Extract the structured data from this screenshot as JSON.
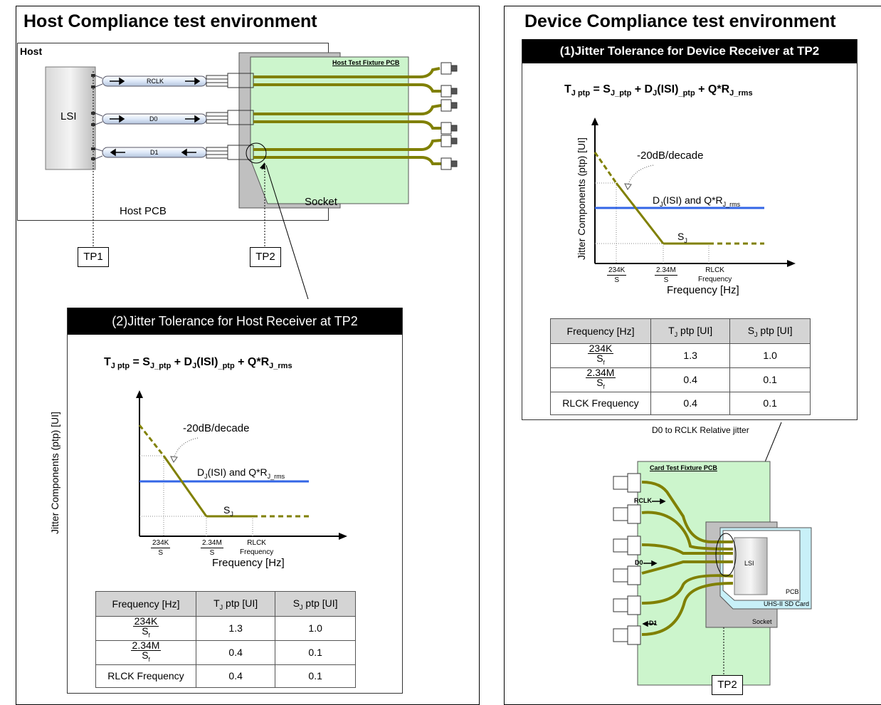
{
  "host": {
    "title": "Host Compliance test environment",
    "host_label": "Host",
    "lsi_label": "LSI",
    "fixture_label": "Host Test Fixture PCB",
    "socket_label": "Socket",
    "host_pcb_label": "Host PCB",
    "signals": [
      {
        "name": "RCLK",
        "dir": "→"
      },
      {
        "name": "D0",
        "dir": "→"
      },
      {
        "name": "D1",
        "dir": "←"
      }
    ],
    "tp1": "TP1",
    "tp2": "TP2"
  },
  "host_tolerance": {
    "title": "(2)Jitter Tolerance for Host Receiver at TP2",
    "formula": {
      "tj": "T",
      "tj_sub": "J ptp",
      "eq": " = S",
      "sj_sub": "J_ptp",
      "plus1": " + D",
      "dj_sub": "J",
      "isi": "(ISI)",
      "isi_sub": "_ptp",
      "plus2": " + Q*R",
      "rj_sub": "J_rms"
    }
  },
  "device": {
    "title": "Device Compliance test environment",
    "tolerance_title": "(1)Jitter Tolerance for Device Receiver at TP2",
    "relative_label": "D0 to RCLK Relative jitter",
    "fixture_label": "Card Test Fixture PCB",
    "rclk_label": "RCLK",
    "d0_label": "D0",
    "d1_label": "D1",
    "lsi_label": "LSI",
    "pcb_label": "PCB",
    "card_label": "UHS-II SD Card",
    "socket_label": "Socket",
    "tp2": "TP2"
  },
  "plot": {
    "y_axis": "Jitter Components (ptp) [UI]",
    "x_axis": "Frequency [Hz]",
    "slope_label": "-20dB/decade",
    "dj_label": "D",
    "dj_sub": "J",
    "dj_label2": "(ISI) and Q*R",
    "rj_sub": "J_rms",
    "sj_label": "S",
    "sj_sub": "J",
    "x_ticks": [
      {
        "num": "234K",
        "den": "S"
      },
      {
        "num": "2.34M",
        "den": "S"
      },
      {
        "num": "RLCK",
        "den": "Frequency"
      }
    ]
  },
  "chart_data": {
    "type": "line",
    "title": "T J ptp = S J_ptp + D J(ISI)_ptp + Q*R J_rms",
    "xlabel": "Frequency [Hz]",
    "ylabel": "Jitter Components (ptp) [UI]",
    "categories": [
      "234K/S",
      "2.34M/S",
      "RLCK Frequency"
    ],
    "series": [
      {
        "name": "S J",
        "values": [
          1.0,
          0.1,
          0.1
        ]
      },
      {
        "name": "D J(ISI) and Q*R J_rms",
        "values": [
          null,
          null,
          null
        ]
      }
    ],
    "annotations": [
      "-20dB/decade"
    ]
  },
  "table": {
    "headers": [
      "Frequency [Hz]",
      "T",
      "S"
    ],
    "header_subs": [
      "",
      "J",
      "J"
    ],
    "header_suffix": [
      "",
      " ptp [UI]",
      " ptp [UI]"
    ],
    "rows": [
      {
        "num": "234K",
        "den": "S",
        "den_sub": "f",
        "tj": "1.3",
        "sj": "1.0"
      },
      {
        "num": "2.34M",
        "den": "S",
        "den_sub": "f",
        "tj": "0.4",
        "sj": "0.1"
      },
      {
        "label": "RLCK Frequency",
        "tj": "0.4",
        "sj": "0.1"
      }
    ]
  },
  "colors": {
    "fixture_green": "#ccf5cc",
    "trace_olive": "#808000",
    "dj_line_blue": "#3366e6",
    "socket_gray": "#c0c0c0",
    "card_cyan": "#c8f0f8"
  }
}
